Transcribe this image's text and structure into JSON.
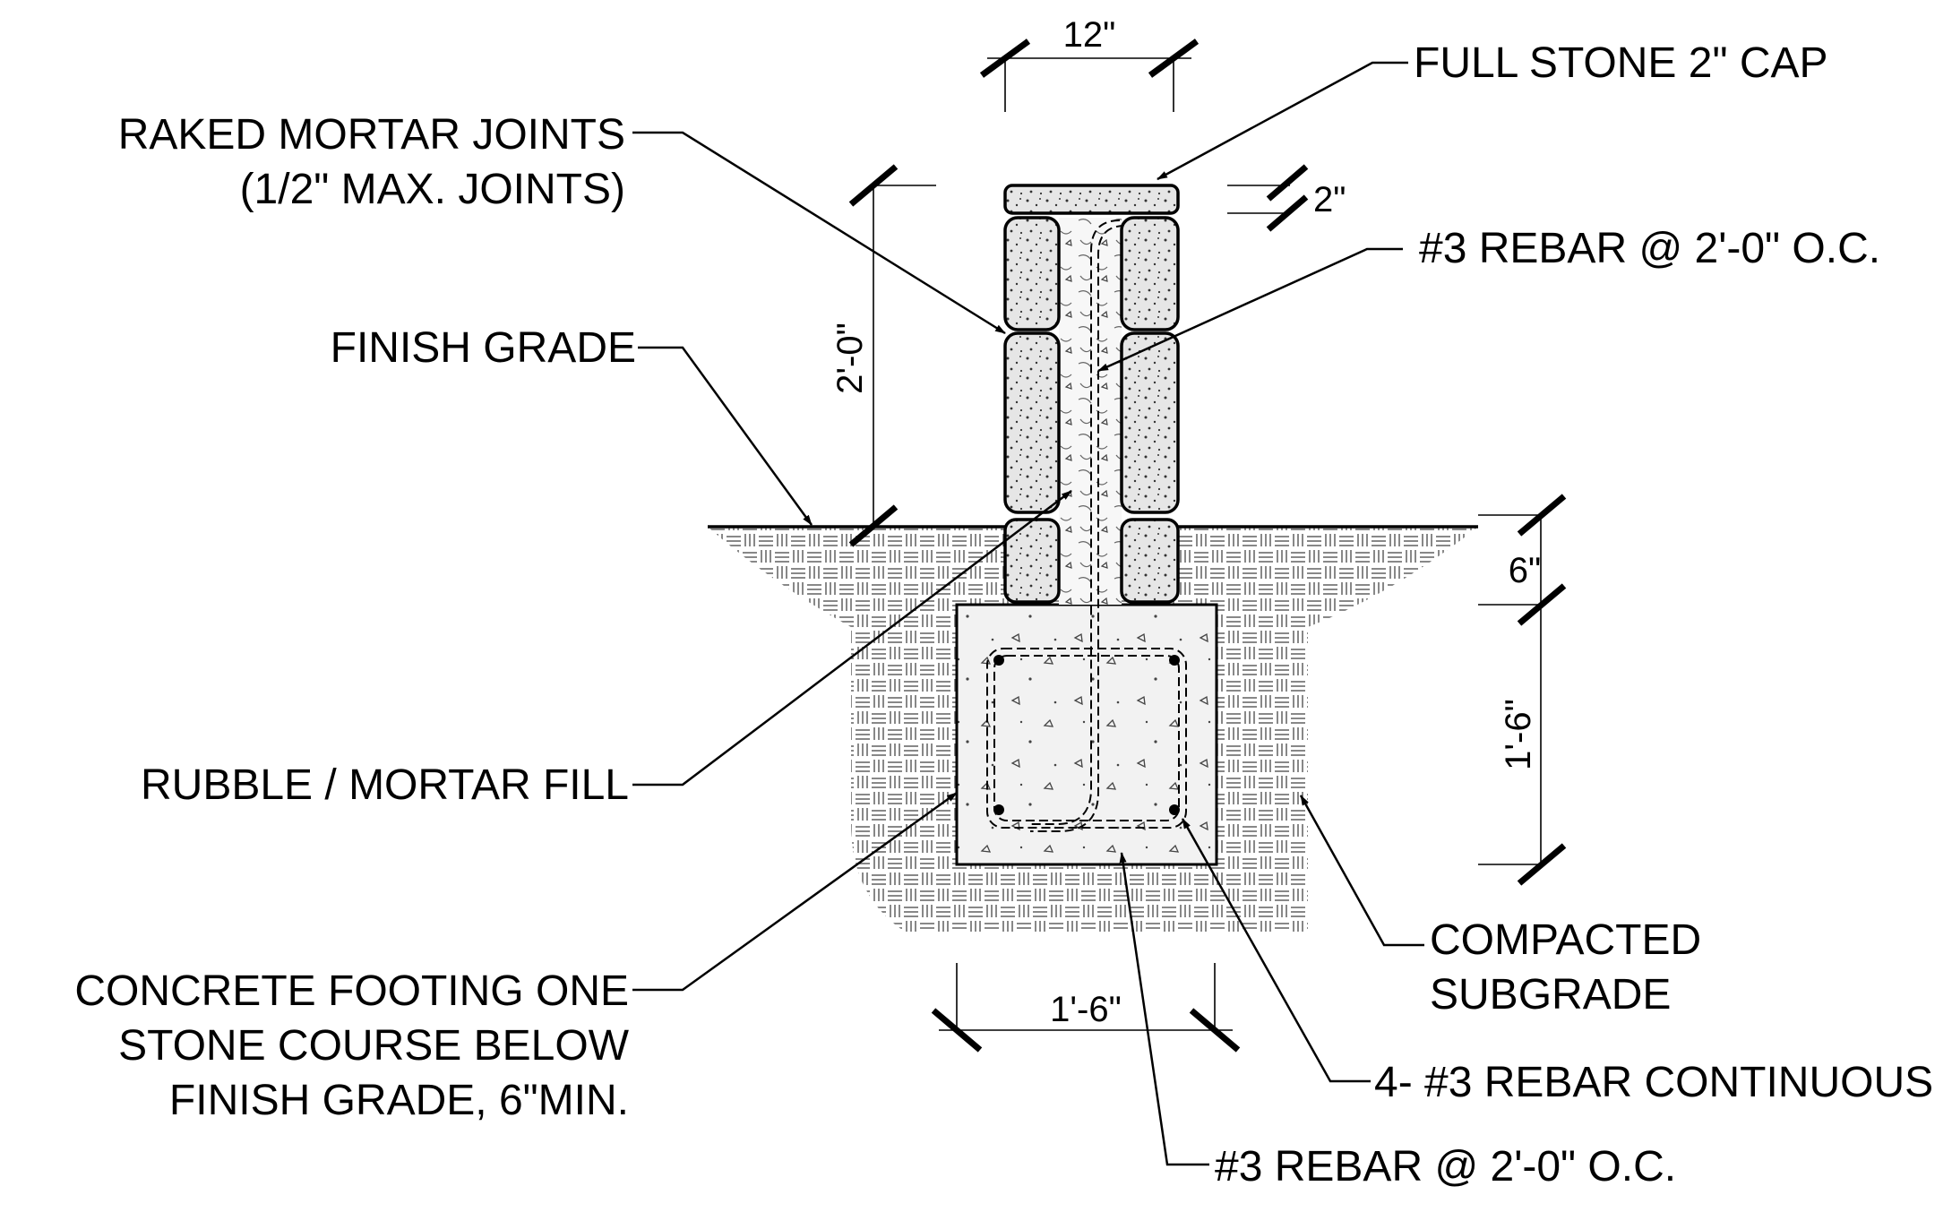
{
  "labels": {
    "cap": "FULL STONE 2\" CAP",
    "raked_line1": "RAKED MORTAR JOINTS",
    "raked_line2": "(1/2\" MAX. JOINTS)",
    "rebar_top": "#3 REBAR @ 2'-0\" O.C.",
    "finish_grade": "FINISH GRADE",
    "rubble_fill": "RUBBLE / MORTAR FILL",
    "footing_line1": "CONCRETE FOOTING ONE",
    "footing_line2": "STONE COURSE BELOW",
    "footing_line3": "FINISH GRADE, 6\"MIN.",
    "subgrade_line1": "COMPACTED",
    "subgrade_line2": "SUBGRADE",
    "rebar_continuous": "4- #3 REBAR CONTINUOUS",
    "rebar_bottom": "#3 REBAR @ 2'-0\" O.C."
  },
  "dimensions": {
    "wall_width": "12\"",
    "cap_thickness": "2\"",
    "wall_height": "2'-0\"",
    "course_below_grade": "6\"",
    "footing_depth": "1'-6\"",
    "footing_width": "1'-6\""
  },
  "colors": {
    "line": "#000000",
    "background": "#ffffff",
    "concrete": "#f2f2f2",
    "stone": "#e6e6e6"
  }
}
